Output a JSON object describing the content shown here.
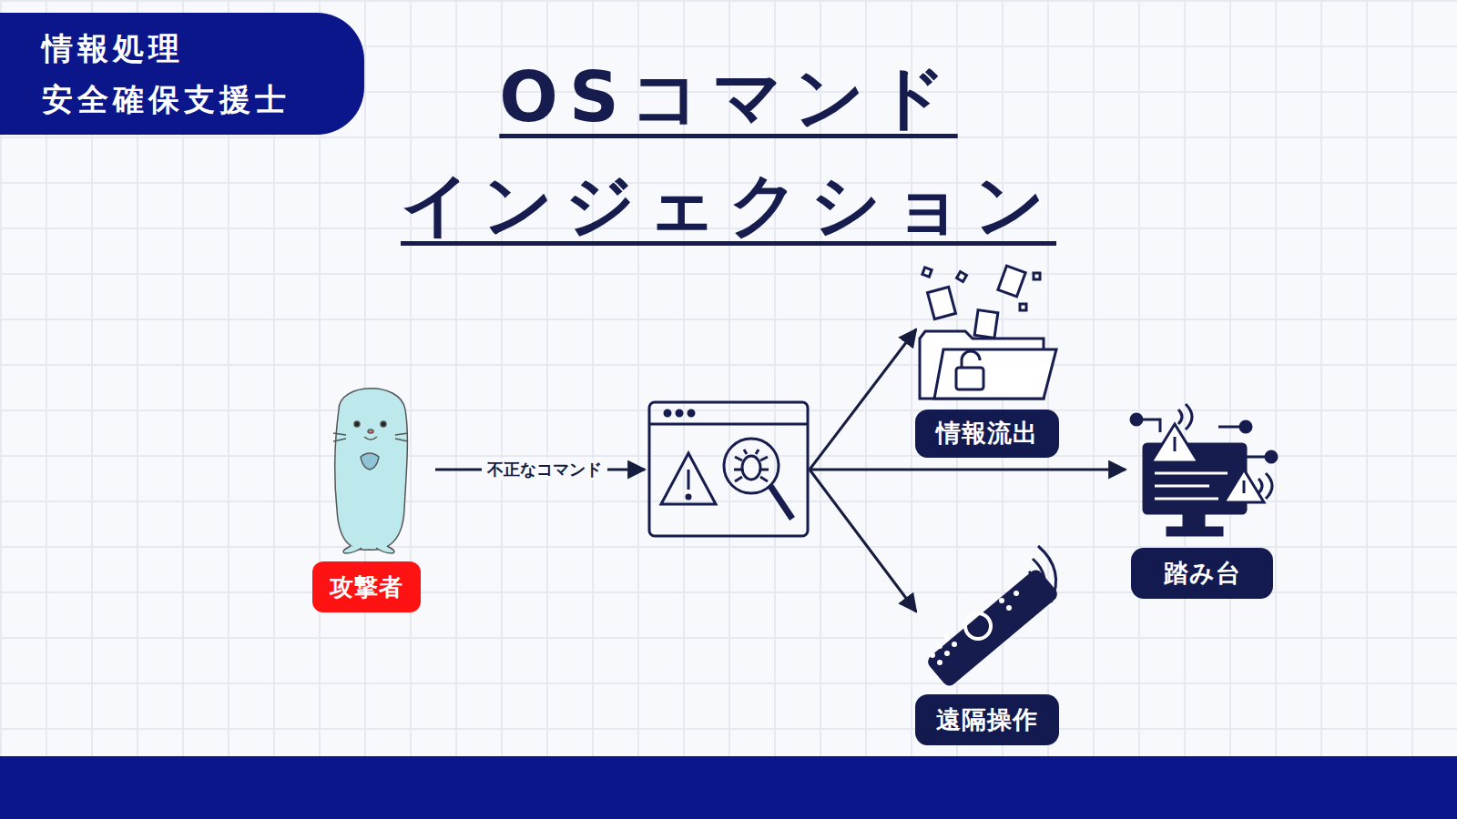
{
  "diagram": {
    "title": "OSコマンド インジェクション",
    "nodes": [
      {
        "text": [
          "情報処理",
          "安全確保支援士"
        ]
      },
      {
        "text": [
          "攻撃者"
        ]
      },
      {
        "text": [
          "情報流出"
        ]
      },
      {
        "text": [
          "踏み台"
        ]
      },
      {
        "text": [
          "遠隔操作"
        ]
      }
    ],
    "labels": [
      "不正なコマンド"
    ]
  }
}
